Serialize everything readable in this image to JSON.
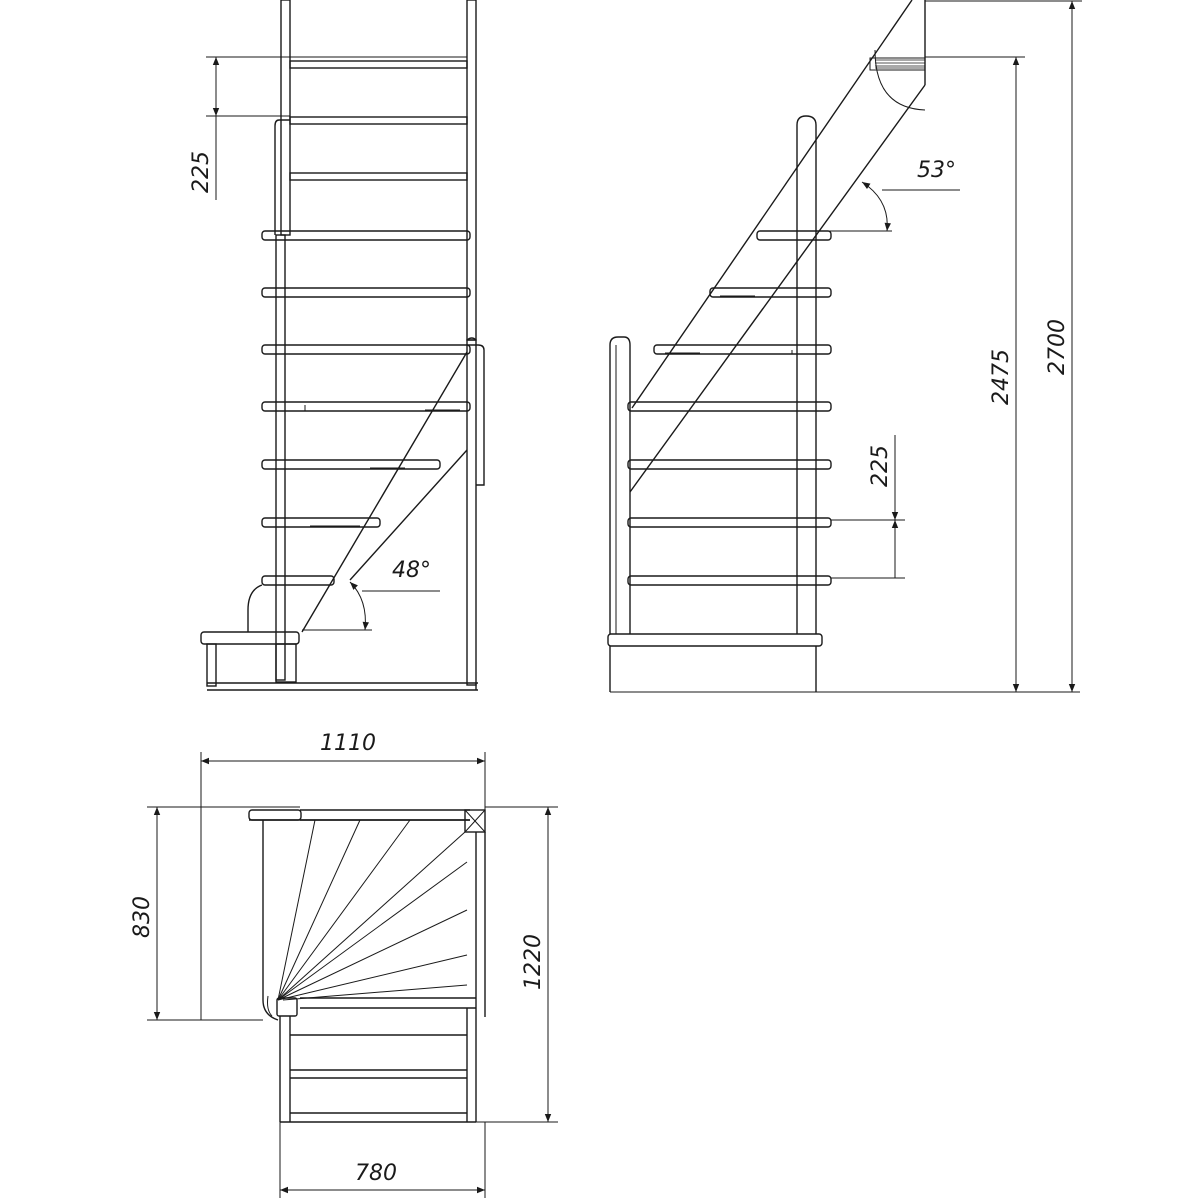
{
  "front_view": {
    "riser_height": "225",
    "angle": "48°"
  },
  "side_view": {
    "angle": "53°",
    "riser_height": "225",
    "floor_height": "2475",
    "total_height": "2700"
  },
  "plan_view": {
    "total_width": "1110",
    "depth": "830",
    "total_length": "1220",
    "flight_width": "780"
  }
}
